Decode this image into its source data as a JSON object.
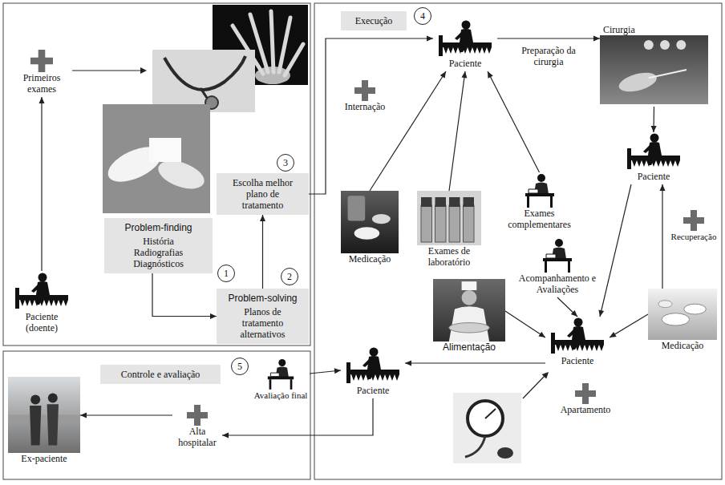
{
  "diagram": {
    "nodes": [
      {
        "text": [
          "Primeiros exames"
        ]
      },
      {
        "text": [
          "Paciente (doente)"
        ]
      },
      {
        "text": [
          "Problem-finding",
          "História Radiografias Diagnósticos"
        ]
      },
      {
        "text": [
          "1"
        ]
      },
      {
        "text": [
          "Problem-solving",
          "Planos de tratamento alternativos"
        ]
      },
      {
        "text": [
          "2"
        ]
      },
      {
        "text": [
          "Escolha melhor plano de tratamento"
        ]
      },
      {
        "text": [
          "3"
        ]
      },
      {
        "text": [
          "Execução"
        ]
      },
      {
        "text": [
          "4"
        ]
      },
      {
        "text": [
          "Paciente"
        ]
      },
      {
        "text": [
          "Internação"
        ]
      },
      {
        "text": [
          "Cirurgia"
        ]
      },
      {
        "text": [
          "Medicação"
        ]
      },
      {
        "text": [
          "Exames de laboratório"
        ]
      },
      {
        "text": [
          "Exames complementares"
        ]
      },
      {
        "text": [
          "Paciente"
        ]
      },
      {
        "text": [
          "Recuperação"
        ]
      },
      {
        "text": [
          "Acompanhamento e Avaliações"
        ]
      },
      {
        "text": [
          "Alimentação"
        ]
      },
      {
        "text": [
          "Paciente"
        ]
      },
      {
        "text": [
          "Medicação"
        ]
      },
      {
        "text": [
          "Apartamento"
        ]
      },
      {
        "text": [
          "Paciente"
        ]
      },
      {
        "text": [
          "Controle e avaliação"
        ]
      },
      {
        "text": [
          "5"
        ]
      },
      {
        "text": [
          "Avaliação final"
        ]
      },
      {
        "text": [
          "Alta hospitalar"
        ]
      },
      {
        "text": [
          "Ex-paciente"
        ]
      }
    ],
    "edges": [
      {
        "from": 1,
        "to": 0,
        "arrow": "to"
      },
      {
        "from": 2,
        "to": 4,
        "arrow": "to"
      },
      {
        "from": 4,
        "to": 6,
        "arrow": "to"
      },
      {
        "from": 6,
        "to": 10,
        "arrow": "to"
      },
      {
        "from": 13,
        "to": 10,
        "arrow": "to"
      },
      {
        "from": 14,
        "to": 10,
        "arrow": "to"
      },
      {
        "from": 15,
        "to": 10,
        "arrow": "to"
      },
      {
        "from": 10,
        "to": 12,
        "label": "Preparação da cirurgia",
        "arrow": "to"
      },
      {
        "from": 12,
        "to": 16,
        "arrow": "to"
      },
      {
        "from": 16,
        "to": 20,
        "arrow": "to"
      },
      {
        "from": 21,
        "to": 16,
        "arrow": "to"
      },
      {
        "from": 18,
        "to": 20,
        "arrow": "to"
      },
      {
        "from": 19,
        "to": 20,
        "arrow": "to"
      },
      {
        "from": 21,
        "to": 20,
        "arrow": "to"
      },
      {
        "from": 20,
        "to": 23,
        "arrow": "to"
      },
      {
        "from": 26,
        "to": 23,
        "arrow": "to"
      },
      {
        "from": 23,
        "to": 27,
        "arrow": "to"
      },
      {
        "from": 27,
        "to": 28,
        "arrow": "to"
      }
    ]
  }
}
